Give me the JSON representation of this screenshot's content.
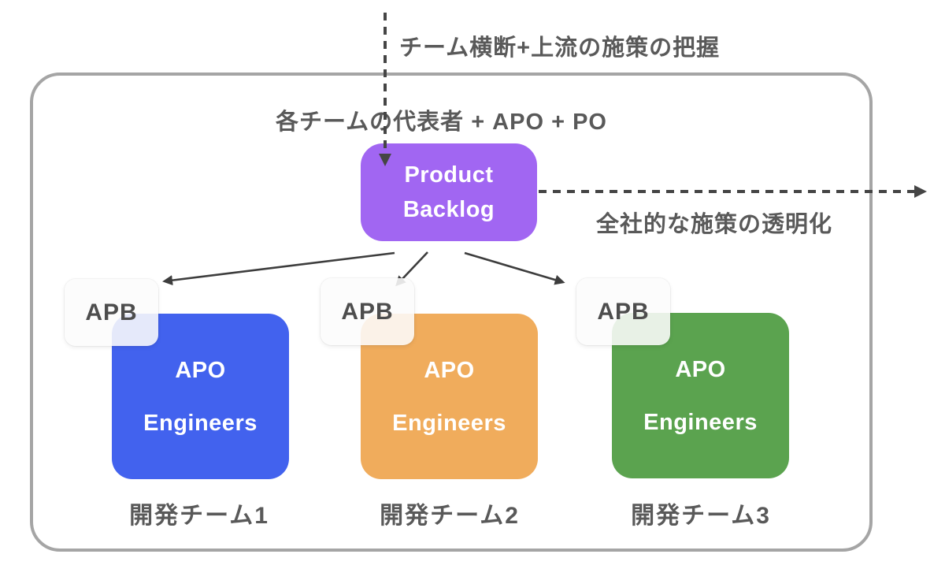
{
  "annotations": {
    "top_flow_label": "チーム横断+上流の施策の把握",
    "members_label": "各チームの代表者 + APO + PO",
    "transparency_label": "全社的な施策の透明化"
  },
  "backlog": {
    "line1": "Product",
    "line2": "Backlog"
  },
  "teams": [
    {
      "badge": "APB",
      "role1": "APO",
      "role2": "Engineers",
      "label": "開発チーム1",
      "color": "#4262ee"
    },
    {
      "badge": "APB",
      "role1": "APO",
      "role2": "Engineers",
      "label": "開発チーム2",
      "color": "#f0ac5c"
    },
    {
      "badge": "APB",
      "role1": "APO",
      "role2": "Engineers",
      "label": "開発チーム3",
      "color": "#5ba34f"
    }
  ],
  "colors": {
    "backlog_purple": "#a166f2",
    "team1_blue": "#4262ee",
    "team2_orange": "#f0ac5c",
    "team3_green": "#5ba34f",
    "arrow_gray": "#454545",
    "text_gray": "#595959",
    "frame_border": "#a5a5a5"
  }
}
